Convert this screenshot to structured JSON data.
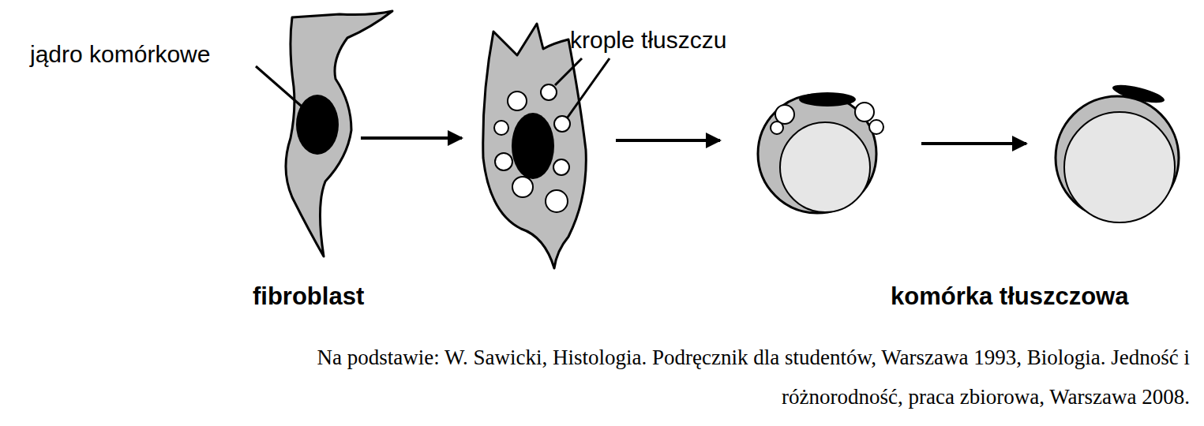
{
  "diagram": {
    "caption": "Na podstawie: W. Sawicki, Histologia. Podręcznik dla studentów, Warszawa 1993, Biologia. Jedność i różnorodność, praca zbiorowa, Warszawa 2008.",
    "labels": [
      "jądro komórkowe",
      "krople tłuszczu",
      "fibroblast",
      "komórka tłuszczowa"
    ]
  }
}
